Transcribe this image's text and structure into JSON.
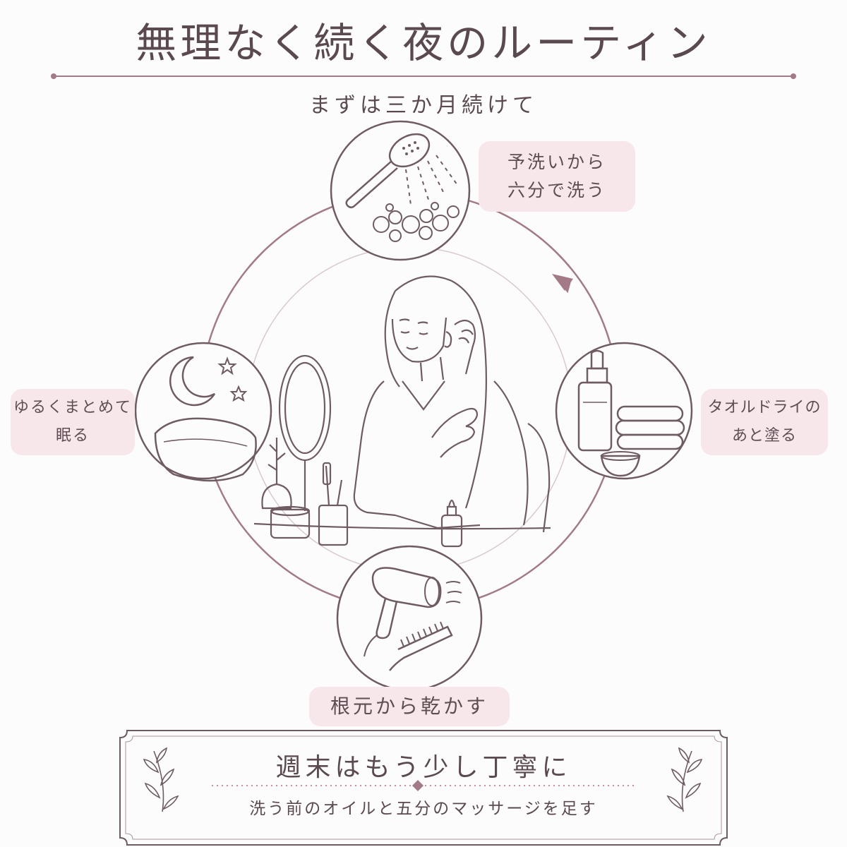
{
  "title": "無理なく続く夜のルーティン",
  "subtitle": "まずは三か月続けて",
  "steps": {
    "top": {
      "line1": "予洗いから",
      "line2": "六分で洗う"
    },
    "right": {
      "line1": "タオルドライの",
      "line2": "あと塗る"
    },
    "bottom": {
      "line1": "根元から乾かす"
    },
    "left": {
      "line1": "ゆるくまとめて",
      "line2": "眠る"
    }
  },
  "weekend": {
    "title": "週末はもう少し丁寧に",
    "text": "洗う前のオイルと五分のマッサージを足す"
  },
  "colors": {
    "accent": "#a27b87",
    "line": "#6f5c63",
    "pill": "#f8e7ea"
  }
}
